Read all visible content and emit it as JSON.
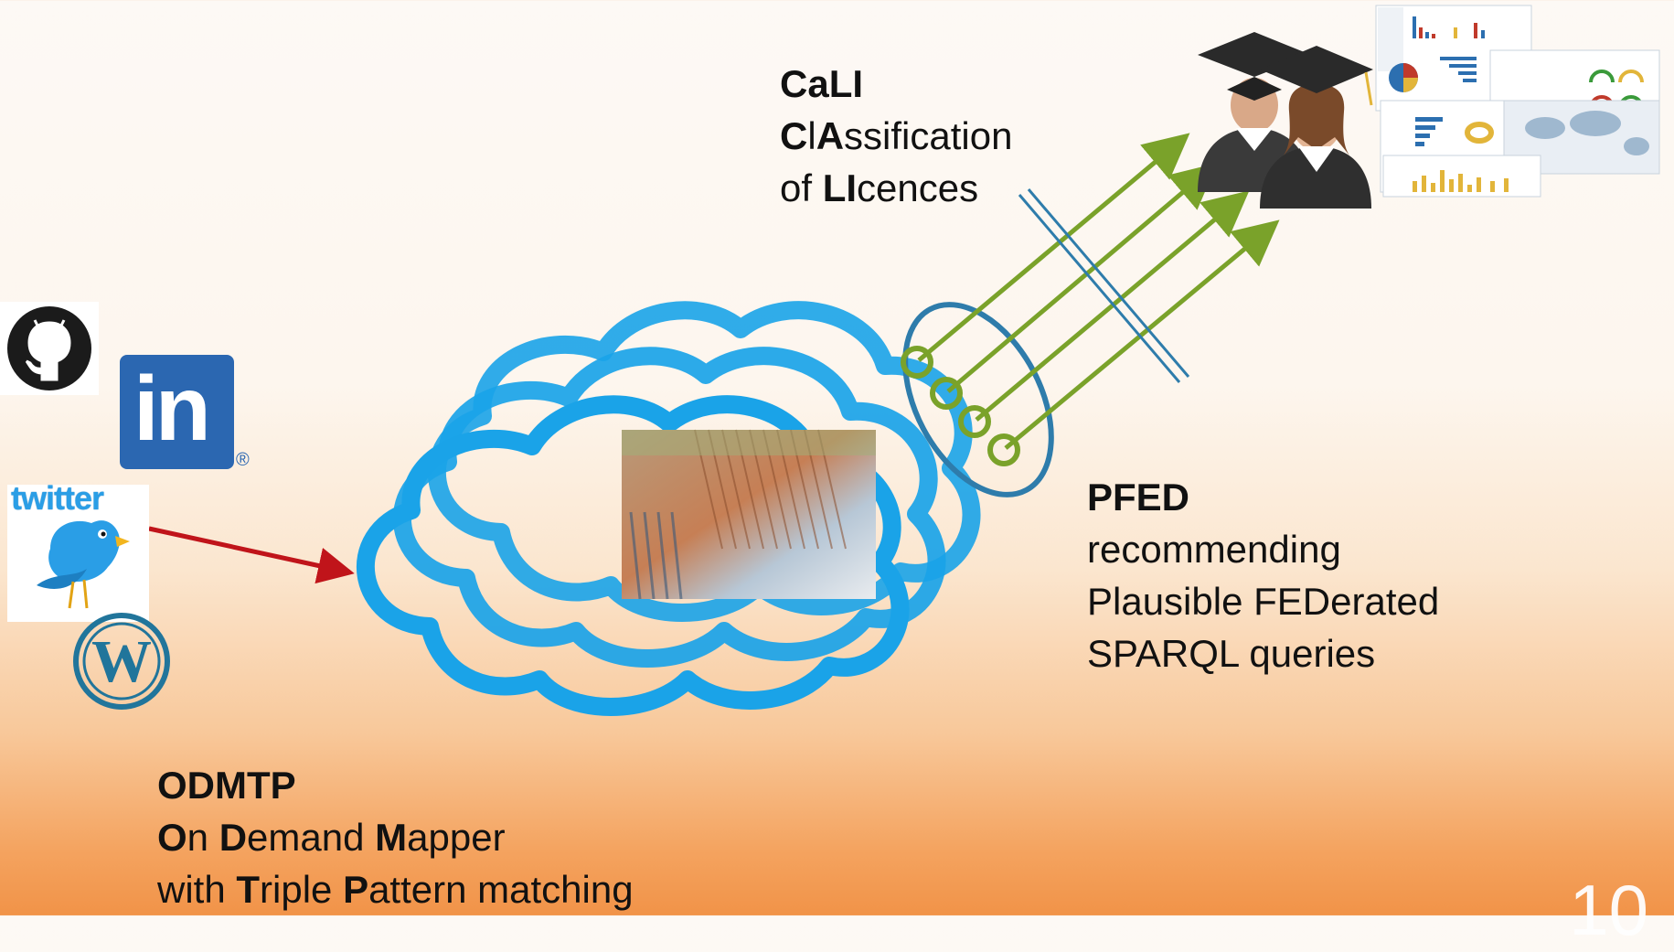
{
  "cali": {
    "title": "CaLI",
    "line2": [
      {
        "t": "C",
        "b": true
      },
      {
        "t": "l",
        "b": false
      },
      {
        "t": "A",
        "b": true
      },
      {
        "t": "ssification",
        "b": false
      }
    ],
    "line3": [
      {
        "t": "of ",
        "b": false
      },
      {
        "t": "LI",
        "b": true
      },
      {
        "t": "cences",
        "b": false
      }
    ]
  },
  "pfed": {
    "title": "PFED",
    "lines": [
      "recommending",
      "Plausible FEDerated",
      "SPARQL queries"
    ]
  },
  "odmtp": {
    "title": "ODMTP",
    "line2": [
      {
        "t": "O",
        "b": true
      },
      {
        "t": "n ",
        "b": false
      },
      {
        "t": "D",
        "b": true
      },
      {
        "t": "emand ",
        "b": false
      },
      {
        "t": "M",
        "b": true
      },
      {
        "t": "apper",
        "b": false
      }
    ],
    "line3": [
      {
        "t": "with ",
        "b": false
      },
      {
        "t": "T",
        "b": true
      },
      {
        "t": "riple ",
        "b": false
      },
      {
        "t": "P",
        "b": true
      },
      {
        "t": "attern matching",
        "b": false
      }
    ]
  },
  "logos": {
    "github": "github-logo",
    "linkedin": "in",
    "linkedin_mark": "®",
    "twitter": "twitter",
    "wordpress": "W"
  },
  "colors": {
    "cloud": "#1aa3e8",
    "arrow_green": "#7aa22a",
    "arrow_red": "#c0141a",
    "cut_blue": "#2e7cab",
    "linkedin_blue": "#2b67b1",
    "wordpress_blue": "#21759b"
  },
  "slide_number": "10"
}
